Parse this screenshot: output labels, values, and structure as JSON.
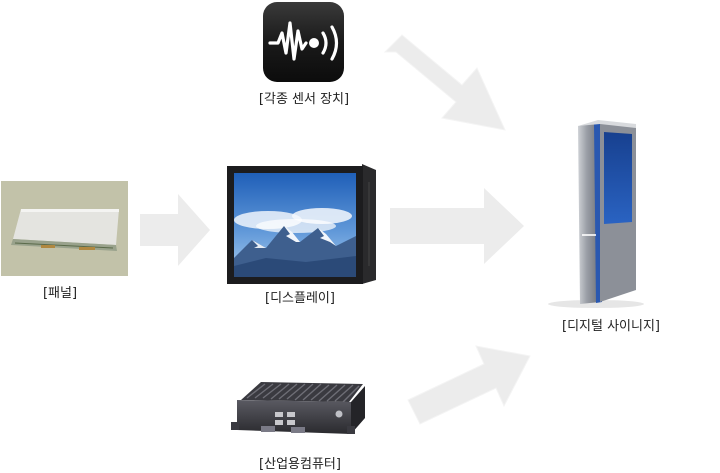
{
  "labels": {
    "sensor": "[각종 센서 장치]",
    "panel": "[패널]",
    "display": "[디스플레이]",
    "signage": "[디지털 사이니지]",
    "pc": "[산업용컴퓨터]"
  },
  "colors": {
    "arrow_fill": "#ececec",
    "sensor_bg": "#1a1a1a",
    "display_frame": "#1c1c1e",
    "sky_top": "#1f5fb8",
    "sky_bottom": "#a9cdf0",
    "kiosk_body": "#9a9ea6",
    "kiosk_screen": "#1e4fa8",
    "pc_case": "#2a2a2e"
  },
  "icons": {
    "sensor": "sound-wave-broadcast-icon"
  }
}
